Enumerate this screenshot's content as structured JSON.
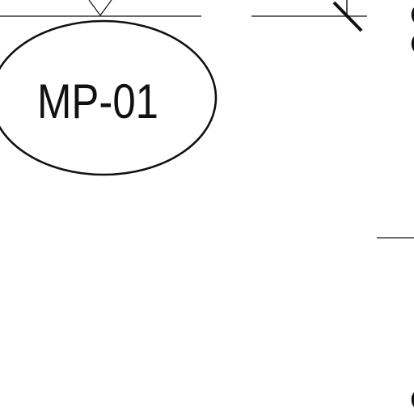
{
  "tag": {
    "label": "MP-01"
  },
  "cut_off_edge_text": [
    "C",
    "C",
    "C"
  ],
  "colors": {
    "ink": "#111111",
    "background": "#ffffff"
  }
}
